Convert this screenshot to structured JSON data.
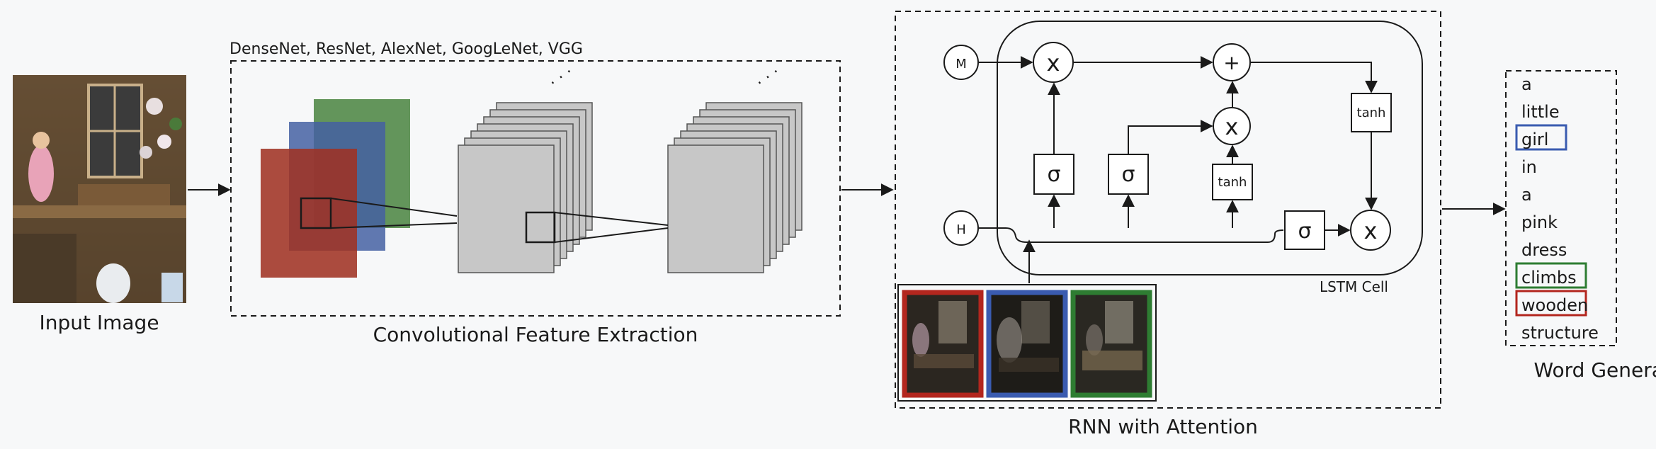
{
  "input": {
    "caption": "Input Image"
  },
  "cnn": {
    "models": "DenseNet, ResNet, AlexNet, GoogLeNet, VGG",
    "caption": "Convolutional Feature Extraction",
    "dots": "· · ·"
  },
  "rnn": {
    "caption": "RNN with Attention",
    "cell_label": "LSTM Cell",
    "memory_label": "M",
    "hidden_label": "H",
    "mult": "x",
    "add": "+",
    "sigma": "σ",
    "tanh": "tanh"
  },
  "words": {
    "caption": "Word Generation",
    "items": [
      {
        "text": "a",
        "highlight": ""
      },
      {
        "text": "little",
        "highlight": ""
      },
      {
        "text": "girl",
        "highlight": "#3a5bb0"
      },
      {
        "text": "in",
        "highlight": ""
      },
      {
        "text": "a",
        "highlight": ""
      },
      {
        "text": "pink",
        "highlight": ""
      },
      {
        "text": "dress",
        "highlight": ""
      },
      {
        "text": "climbs",
        "highlight": "#2e7d32"
      },
      {
        "text": "wooden",
        "highlight": "#b3261e"
      },
      {
        "text": "structure",
        "highlight": ""
      }
    ]
  },
  "colors": {
    "red": "#b3261e",
    "blue": "#3a5bb0",
    "green": "#2e7d32",
    "line": "#1a1a1a",
    "layer_fill": "#c7c7c7"
  }
}
